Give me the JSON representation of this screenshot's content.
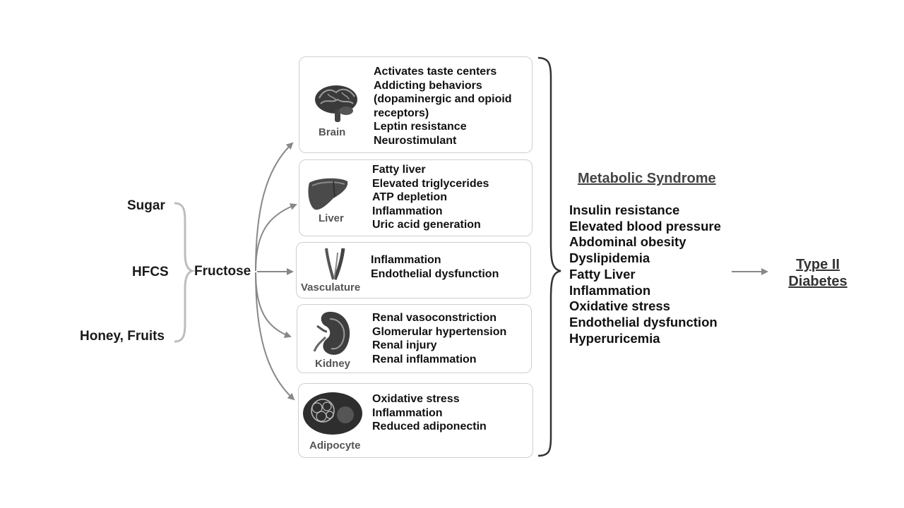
{
  "sources": [
    "Sugar",
    "HFCS",
    "Honey, Fruits"
  ],
  "fructose": "Fructose",
  "organs": [
    {
      "name": "Brain",
      "icon": "brain-icon",
      "effects": [
        "Activates taste centers",
        "Addicting behaviors",
        "(dopaminergic and opioid",
        "receptors)",
        "Leptin resistance",
        "Neurostimulant"
      ]
    },
    {
      "name": "Liver",
      "icon": "liver-icon",
      "effects": [
        "Fatty liver",
        "Elevated triglycerides",
        "ATP depletion",
        "Inflammation",
        "Uric acid generation"
      ]
    },
    {
      "name": "Vasculature",
      "icon": "vasculature-icon",
      "effects": [
        "Inflammation",
        "Endothelial dysfunction"
      ]
    },
    {
      "name": "Kidney",
      "icon": "kidney-icon",
      "effects": [
        "Renal vasoconstriction",
        "Glomerular hypertension",
        "Renal injury",
        "Renal inflammation"
      ]
    },
    {
      "name": "Adipocyte",
      "icon": "adipocyte-icon",
      "effects": [
        "Oxidative stress",
        "Inflammation",
        "Reduced adiponectin"
      ]
    }
  ],
  "metabolic_syndrome": {
    "title": "Metabolic Syndrome",
    "items": [
      "Insulin resistance",
      "Elevated blood pressure",
      "Abdominal obesity",
      "Dyslipidemia",
      "Fatty Liver",
      "Inflammation",
      "Oxidative stress",
      "Endothelial dysfunction",
      "Hyperuricemia"
    ]
  },
  "outcome": {
    "line1": "Type II",
    "line2": "Diabetes"
  }
}
